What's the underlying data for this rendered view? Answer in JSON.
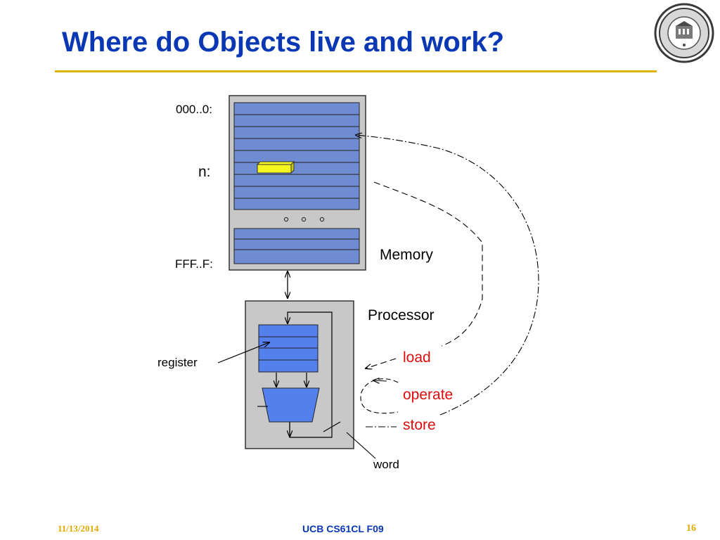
{
  "slide": {
    "title": "Where do Objects live and work?",
    "footer": {
      "date": "11/13/2014",
      "course": "UCB CS61CL F09",
      "page_number": "16"
    }
  },
  "diagram": {
    "memory": {
      "label": "Memory",
      "address_top": "000..0:",
      "address_n": "n:",
      "address_bottom": "FFF..F:"
    },
    "processor": {
      "label": "Processor",
      "register_label": "register",
      "word_label": "word"
    },
    "operations": [
      "load",
      "operate",
      "store"
    ]
  },
  "colors": {
    "title": "#0a37b4",
    "rule": "#e2b40b",
    "memory_cell": "#6f8bd1",
    "processor_block": "#5480ee",
    "object_highlight": "#f5f520",
    "operation_text": "#dd0d0d",
    "panel": "#c8c8c8"
  }
}
